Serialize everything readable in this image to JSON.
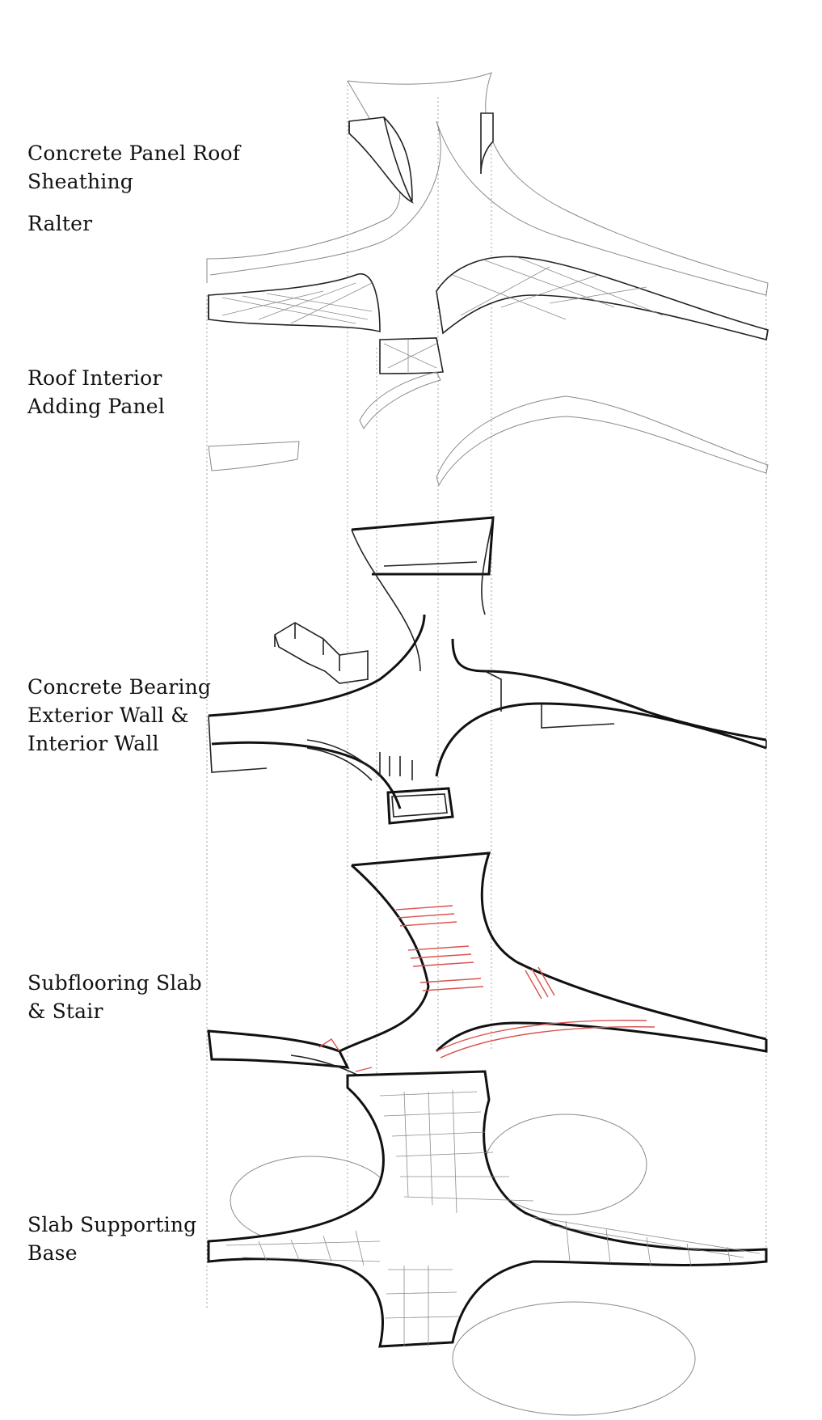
{
  "labels": {
    "roof_sheathing": [
      "Concrete Panel Roof",
      "Sheathing"
    ],
    "rafter": [
      "Ralter"
    ],
    "roof_interior": [
      "Roof Interior",
      "Adding Panel"
    ],
    "bearing_wall": [
      "Concrete Bearing",
      "Exterior Wall &",
      "Interior Wall"
    ],
    "subflooring": [
      "Subflooring Slab",
      "& Stair"
    ],
    "slab_base": [
      "Slab Supporting",
      "Base"
    ]
  },
  "colors": {
    "line": "#111111",
    "light_line": "#8a8a8a",
    "stair_accent": "#d9534f",
    "background": "#ffffff"
  }
}
